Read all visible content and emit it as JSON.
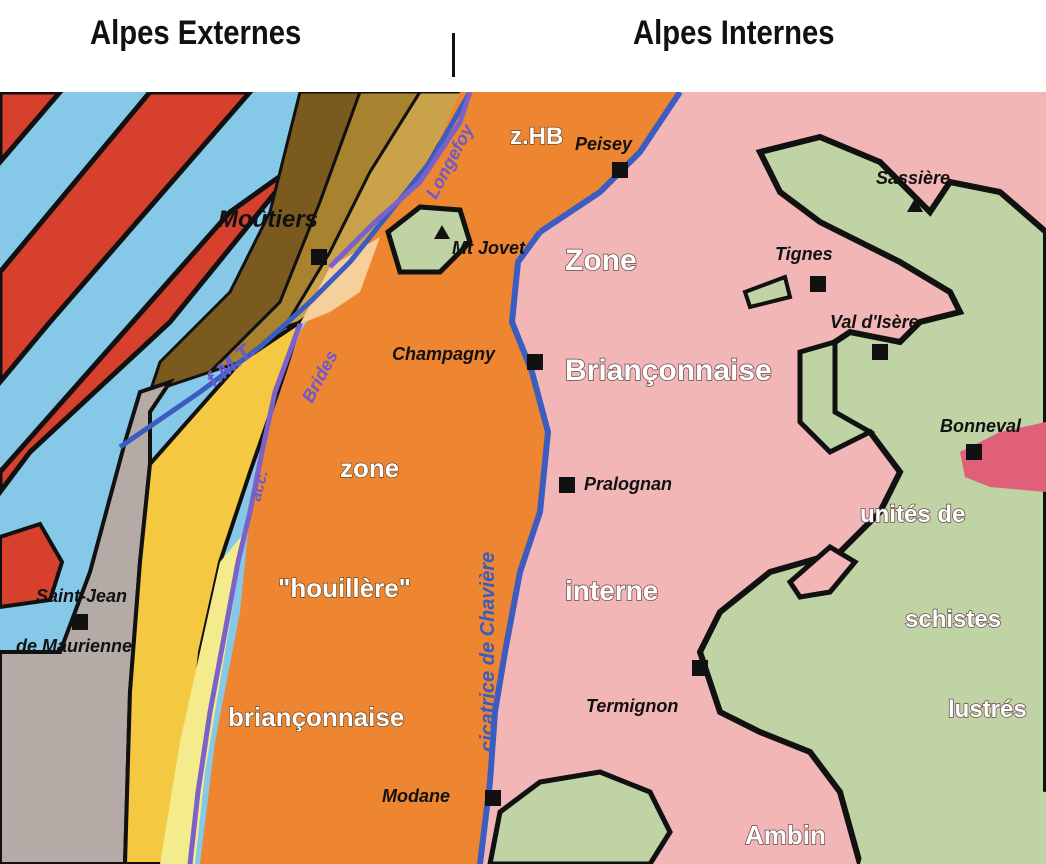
{
  "header": {
    "left": "Alpes  Externes",
    "right": "Alpes Internes"
  },
  "colors": {
    "sky_blue": "#86c8e8",
    "red": "#d6402c",
    "brown_dark": "#7a5a1e",
    "brown_mid": "#a8822e",
    "brown_light": "#c9a24a",
    "grey": "#b4aaa6",
    "yellow": "#f5c842",
    "pale_yellow": "#f4ec8c",
    "orange": "#ee8530",
    "peach": "#f6cf9a",
    "pink": "#f3b6b7",
    "green": "#bfd3a4",
    "magenta": "#e0607a",
    "fault_blue": "#3b5cc0",
    "fault_violet": "#7b62c8"
  },
  "towns": {
    "moutiers": "Moûtiers",
    "peisey": "Peisey",
    "mt_jovet": "Mt Jovet",
    "champagny": "Champagny",
    "pralognan": "Pralognan",
    "modane": "Modane",
    "termignon": "Termignon",
    "saint_jean_1": "Saint-Jean",
    "saint_jean_2": "de Maurienne",
    "sassiere": "Sassière",
    "tignes": "Tignes",
    "val_disere": "Val d'Isère",
    "bonneval": "Bonneval"
  },
  "zones": {
    "zhb": "z.HB",
    "zone1": "Zone",
    "zone2": "Briançonnaise",
    "houillere1": "zone",
    "houillere2": "\"houillère\"",
    "houillere3": "briançonnaise",
    "interne": "interne",
    "unites1": "unités de",
    "unites2": "schistes",
    "unites3": "lustrés",
    "ambin": "Ambin"
  },
  "faults": {
    "fmt": "f.M.T.",
    "longefoy": "Longefoy",
    "brides": "Brides",
    "acc": "acc.",
    "chaviere": "cicatrice de Chavière"
  },
  "symbols": {
    "town_marker": "filled-square-marker",
    "summit_marker": "triangle-summit-marker"
  }
}
